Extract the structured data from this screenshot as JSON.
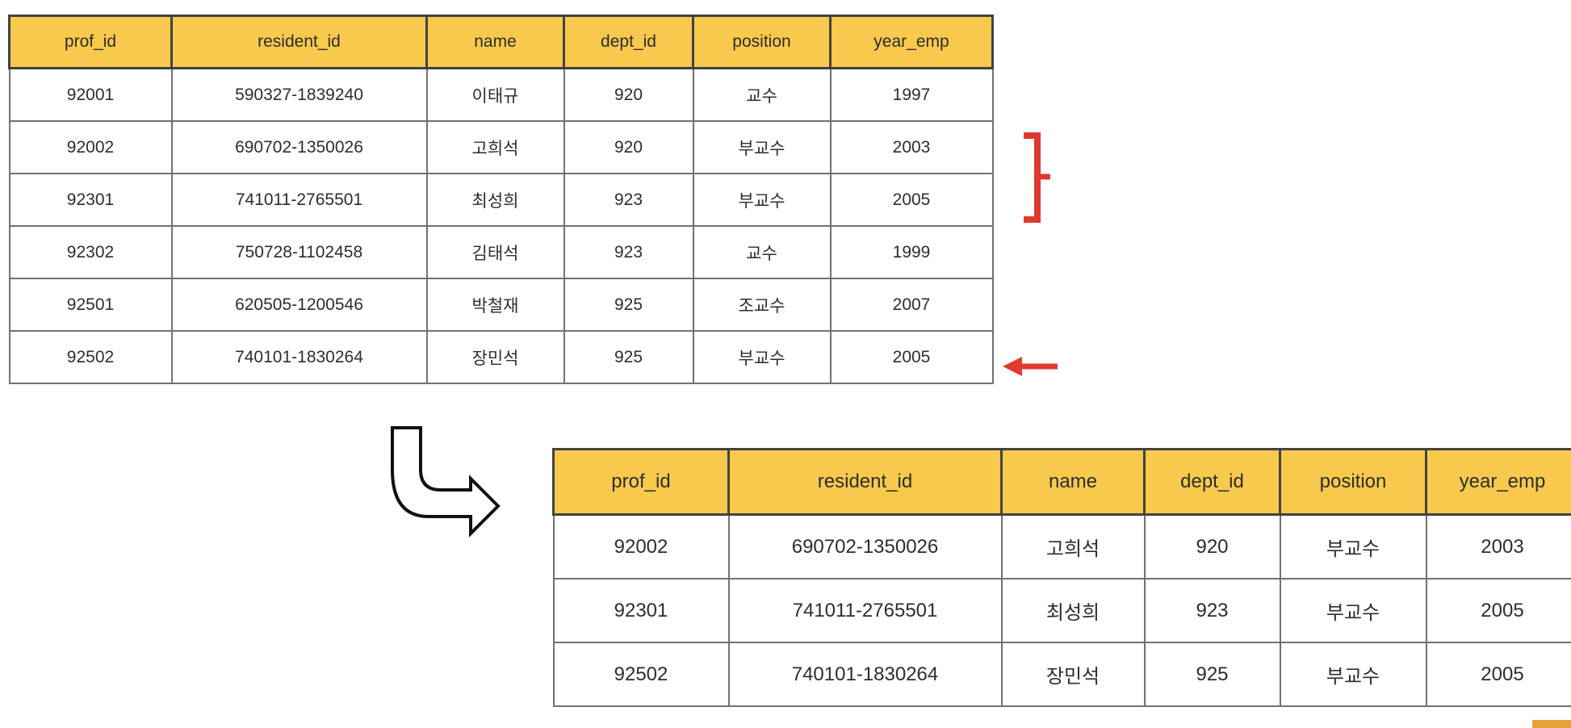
{
  "colors": {
    "header_bg": "#F8C94D",
    "header_border": "#424242",
    "cell_border": "#717171",
    "text": "#2D2D2D",
    "annotation_red": "#E0392E",
    "corner_accent_orange": "#E8A23B"
  },
  "source_table": {
    "columns": [
      "prof_id",
      "resident_id",
      "name",
      "dept_id",
      "position",
      "year_emp"
    ],
    "rows": [
      [
        "92001",
        "590327-1839240",
        "이태규",
        "920",
        "교수",
        "1997"
      ],
      [
        "92002",
        "690702-1350026",
        "고희석",
        "920",
        "부교수",
        "2003"
      ],
      [
        "92301",
        "741011-2765501",
        "최성희",
        "923",
        "부교수",
        "2005"
      ],
      [
        "92302",
        "750728-1102458",
        "김태석",
        "923",
        "교수",
        "1999"
      ],
      [
        "92501",
        "620505-1200546",
        "박철재",
        "925",
        "조교수",
        "2007"
      ],
      [
        "92502",
        "740101-1830264",
        "장민석",
        "925",
        "부교수",
        "2005"
      ]
    ]
  },
  "result_table": {
    "columns": [
      "prof_id",
      "resident_id",
      "name",
      "dept_id",
      "position",
      "year_emp"
    ],
    "rows": [
      [
        "92002",
        "690702-1350026",
        "고희석",
        "920",
        "부교수",
        "2003"
      ],
      [
        "92301",
        "741011-2765501",
        "최성희",
        "923",
        "부교수",
        "2005"
      ],
      [
        "92502",
        "740101-1830264",
        "장민석",
        "925",
        "부교수",
        "2005"
      ]
    ]
  },
  "annotations": {
    "bracket_icon": "red-brace-bracket-icon",
    "row_pointer_icon": "red-left-arrow-icon",
    "flow_icon": "elbow-down-right-arrow-icon",
    "corner_accent_icon": "orange-corner-bar"
  }
}
